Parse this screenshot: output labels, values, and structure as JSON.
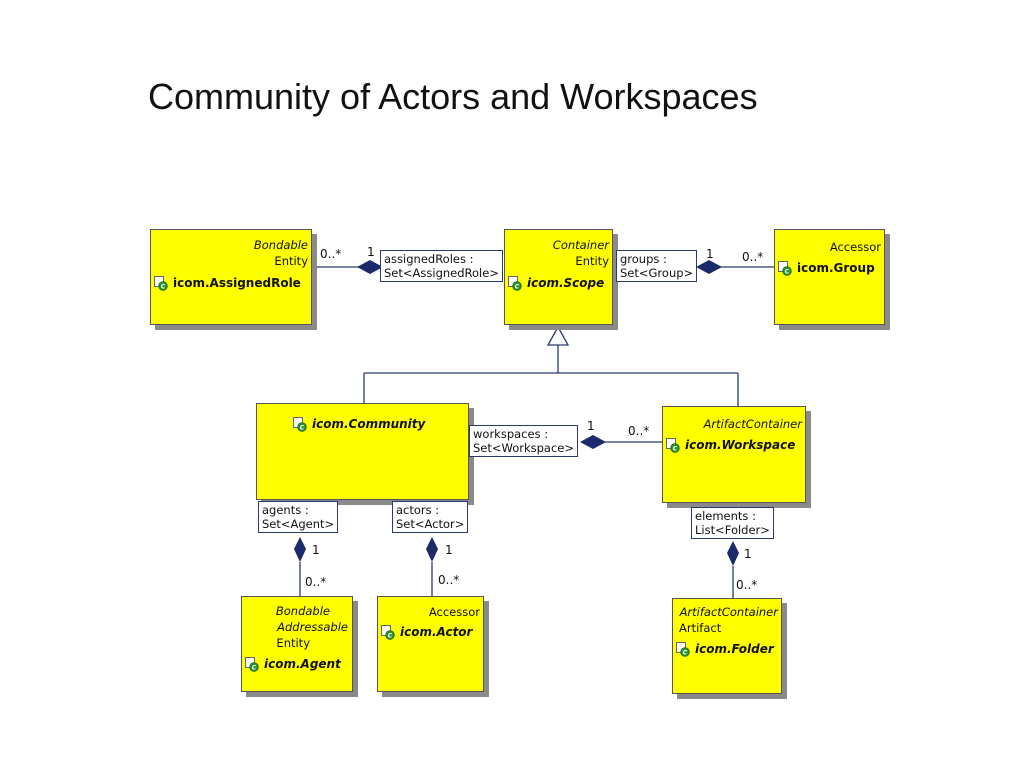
{
  "title": "Community of Actors and Workspaces",
  "classes": {
    "assigned_role": {
      "stereotypes": [
        "Bondable"
      ],
      "parent": "Entity",
      "name": "icom.AssignedRole"
    },
    "scope": {
      "stereotypes": [
        "Container"
      ],
      "parent": "Entity",
      "name": "icom.Scope"
    },
    "group": {
      "stereotypes": [],
      "parent": "Accessor",
      "name": "icom.Group"
    },
    "community": {
      "name": "icom.Community"
    },
    "workspace": {
      "stereotypes": [
        "ArtifactContainer"
      ],
      "name": "icom.Workspace"
    },
    "agent": {
      "stereotypes": [
        "Bondable",
        "Addressable"
      ],
      "parent": "Entity",
      "name": "icom.Agent"
    },
    "actor": {
      "parent": "Accessor",
      "name": "icom.Actor"
    },
    "folder": {
      "stereotypes": [
        "ArtifactContainer"
      ],
      "parent": "Artifact",
      "name": "icom.Folder"
    }
  },
  "associations": {
    "assigned_roles": {
      "role": "assignedRoles :",
      "type": "Set<AssignedRole>",
      "mult_near": "1",
      "mult_far": "0..*"
    },
    "groups": {
      "role": "groups :",
      "type": "Set<Group>",
      "mult_near": "1",
      "mult_far": "0..*"
    },
    "workspaces": {
      "role": "workspaces :",
      "type": "Set<Workspace>",
      "mult_near": "1",
      "mult_far": "0..*"
    },
    "agents": {
      "role": "agents :",
      "type": "Set<Agent>",
      "mult_near": "1",
      "mult_far": "0..*"
    },
    "actors": {
      "role": "actors :",
      "type": "Set<Actor>",
      "mult_near": "1",
      "mult_far": "0..*"
    },
    "elements": {
      "role": "elements :",
      "type": "List<Folder>",
      "mult_near": "1",
      "mult_far": "0..*"
    }
  },
  "icons": {
    "class_icon": "class-icon",
    "composition": "filled-diamond-icon",
    "inheritance": "hollow-triangle-icon"
  },
  "colors": {
    "class_fill": "#ffff00",
    "line": "#2a3a6e",
    "diamond": "#1a2a6a"
  }
}
